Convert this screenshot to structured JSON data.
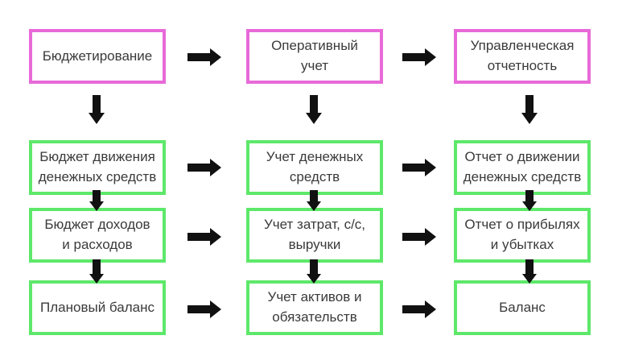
{
  "colors": {
    "header_border": "#e86ad8",
    "row_border": "#5ee86a",
    "arrow": "#111111",
    "text": "#3a3a3a"
  },
  "columns": [
    {
      "header": "Бюджетирование",
      "items": [
        "Бюджет движения\nденежных средств",
        "Бюджет доходов\nи расходов",
        "Плановый баланс"
      ]
    },
    {
      "header": "Оперативный\nучет",
      "items": [
        "Учет денежных\nсредств",
        "Учет затрат, с/с,\nвыручки",
        "Учет активов и\nобязательств"
      ]
    },
    {
      "header": "Управленческая\nотчетность",
      "items": [
        "Отчет о движении\nденежных средств",
        "Отчет о прибылях\nи убытках",
        "Баланс"
      ]
    }
  ]
}
